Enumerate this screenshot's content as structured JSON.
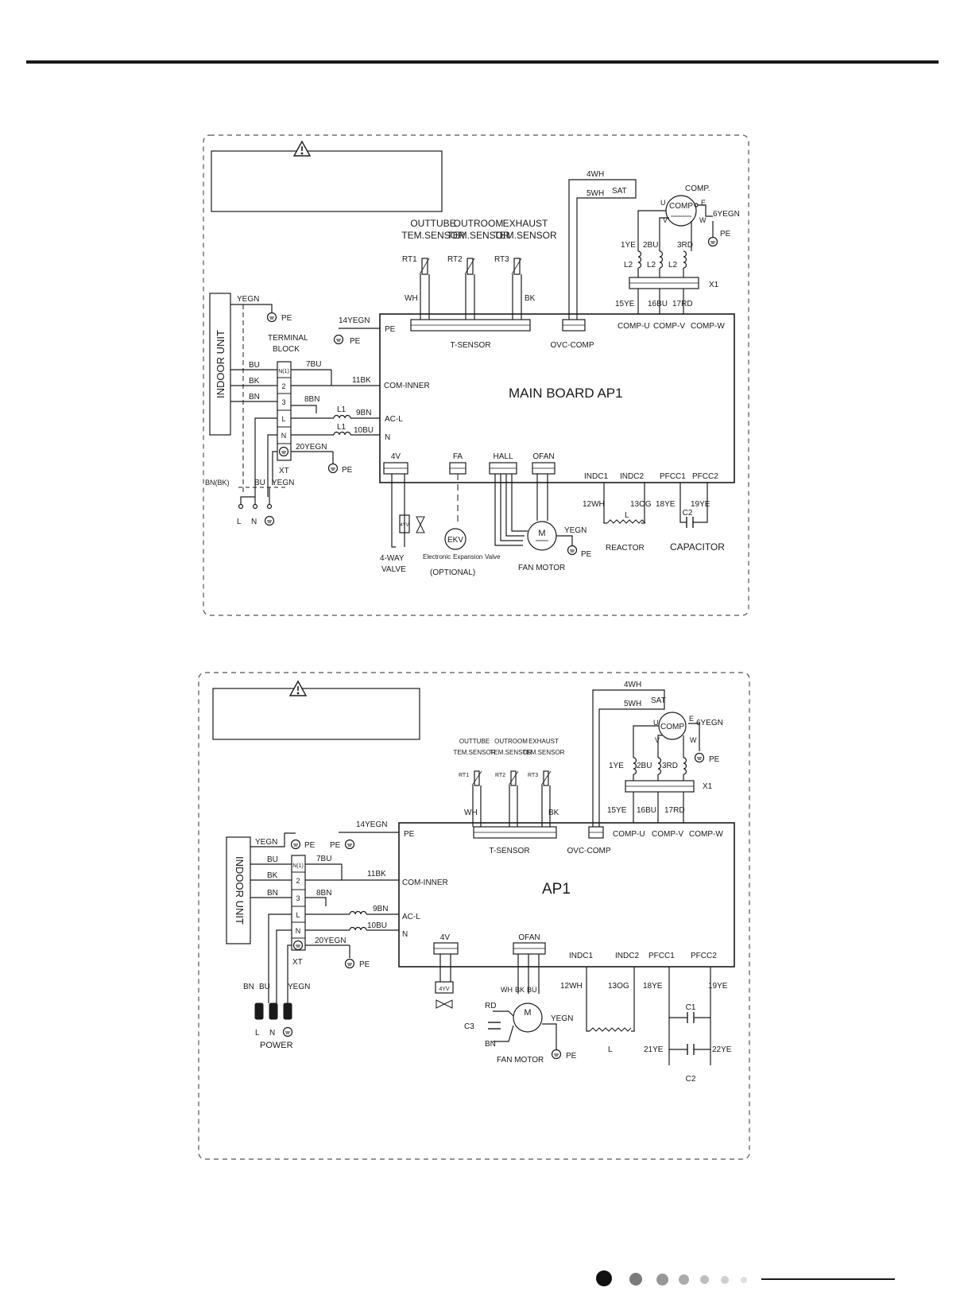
{
  "diagram1": {
    "board": "MAIN BOARD AP1",
    "indoor_unit": "INDOOR UNIT",
    "terminal_block": [
      "TERMINAL",
      "BLOCK"
    ],
    "sensors": [
      {
        "name": [
          "OUTTUBE",
          "TEM.SENSOR"
        ],
        "id": "RT1"
      },
      {
        "name": [
          "OUTROOM",
          "TEM.SENSOR"
        ],
        "id": "RT2"
      },
      {
        "name": [
          "EXHAUST",
          "TEM.SENSOR"
        ],
        "id": "RT3"
      }
    ],
    "terms": [
      "N(1)",
      "2",
      "3",
      "L",
      "N"
    ],
    "wires_in": [
      "BU",
      "BK",
      "BN"
    ],
    "labels": {
      "yegn": "YEGN",
      "pe": "PE",
      "pe_port": "PE",
      "wire14": "14YEGN",
      "wire7": "7BU",
      "wire11": "11BK",
      "wire8": "8BN",
      "wire9": "9BN",
      "wire10": "10BU",
      "wire20": "20YEGN",
      "l1": "L1",
      "com_inner": "COM-INNER",
      "acl": "AC-L",
      "n": "N",
      "xt": "XT",
      "bnbk": "BN(BK)",
      "bu": "BU",
      "yegn2": "YEGN",
      "L": "L",
      "N": "N",
      "wh": "WH",
      "bk": "BK",
      "tsensor": "T-SENSOR",
      "ovc": "OVC-COMP",
      "comp_u": "COMP-U",
      "comp_v": "COMP-V",
      "comp_w": "COMP-W",
      "wire4": "4WH",
      "wire5": "5WH",
      "sat": "SAT",
      "comp_title": "COMP.",
      "comp": "COMP",
      "u": "U",
      "v": "V",
      "w": "W",
      "e": "E",
      "wire6": "6YEGN",
      "wire1": "1YE",
      "wire2": "2BU",
      "wire3": "3RD",
      "l2": "L2",
      "x1": "X1",
      "wire15": "15YE",
      "wire16": "16BU",
      "wire17": "17RD",
      "p4v": "4V",
      "pfa": "FA",
      "phall": "HALL",
      "pofan": "OFAN",
      "indc1": "INDC1",
      "indc2": "INDC2",
      "pfcc1": "PFCC1",
      "pfcc2": "PFCC2",
      "wire12": "12WH",
      "wire13": "13OG",
      "wire18": "18YE",
      "wire19": "19YE",
      "lcoil": "L",
      "c2": "C2",
      "reactor": "REACTOR",
      "capacitor": "CAPACITOR",
      "valve4": "4-WAY",
      "valve": "VALVE",
      "ekv": "EKV",
      "electronic": "Electronic",
      "expansion": "Expansion",
      "valve_w": "Valve",
      "optional": "(OPTIONAL)",
      "fanmotor": "FAN MOTOR",
      "m": "M",
      "yegn_fan": "YEGN",
      "pe_fan": "PE",
      "fourv": "4YV"
    }
  },
  "diagram2": {
    "board": "AP1",
    "indoor_unit": "INDOOR UNIT",
    "sensors": [
      {
        "name": [
          "OUTTUBE",
          "TEM.SENSOR"
        ],
        "id": "RT1"
      },
      {
        "name": [
          "OUTROOM",
          "TEM.SENSOR"
        ],
        "id": "RT2"
      },
      {
        "name": [
          "EXHAUST",
          "TEM.SENSOR"
        ],
        "id": "RT3"
      }
    ],
    "terms": [
      "N(1)",
      "2",
      "3",
      "L",
      "N"
    ],
    "wires_in": [
      "BU",
      "BK",
      "BN"
    ],
    "labels": {
      "yegn": "YEGN",
      "pe": "PE",
      "pe2": "PE",
      "pe_port": "PE",
      "wire14": "14YEGN",
      "wire7": "7BU",
      "wire11": "11BK",
      "wire8": "8BN",
      "wire9": "9BN",
      "wire10": "10BU",
      "wire20": "20YEGN",
      "com_inner": "COM-INNER",
      "acl": "AC-L",
      "n": "N",
      "xt": "XT",
      "bn": "BN",
      "bu": "BU",
      "yegn2": "YEGN",
      "L": "L",
      "N": "N",
      "power": "POWER",
      "wh": "WH",
      "bk": "BK",
      "tsensor": "T-SENSOR",
      "ovc": "OVC-COMP",
      "comp_u": "COMP-U",
      "comp_v": "COMP-V",
      "comp_w": "COMP-W",
      "wire4": "4WH",
      "wire5": "5WH",
      "sat": "SAT",
      "comp": "COMP",
      "u": "U",
      "v": "V",
      "w": "W",
      "e": "E",
      "wire6": "6YEGN",
      "wire1": "1YE",
      "wire2": "2BU",
      "wire3": "3RD",
      "x1": "X1",
      "wire15": "15YE",
      "wire16": "16BU",
      "wire17": "17RD",
      "p4v": "4V",
      "pofan": "OFAN",
      "fourv": "4YV",
      "indc1": "INDC1",
      "indc2": "INDC2",
      "pfcc1": "PFCC1",
      "pfcc2": "PFCC2",
      "wire12": "12WH",
      "wire13": "13OG",
      "wire18": "18YE",
      "wire19": "19YE",
      "wire21": "21YE",
      "wire22": "22YE",
      "lcoil": "L",
      "c1": "C1",
      "c2": "C2",
      "whbkbu": [
        "WH",
        "BK",
        "BU"
      ],
      "rd": "RD",
      "bn_fan": "BN",
      "c3": "C3",
      "m": "M",
      "yegn_fan": "YEGN",
      "pe_fan": "PE",
      "fanmotor": "FAN MOTOR"
    }
  }
}
